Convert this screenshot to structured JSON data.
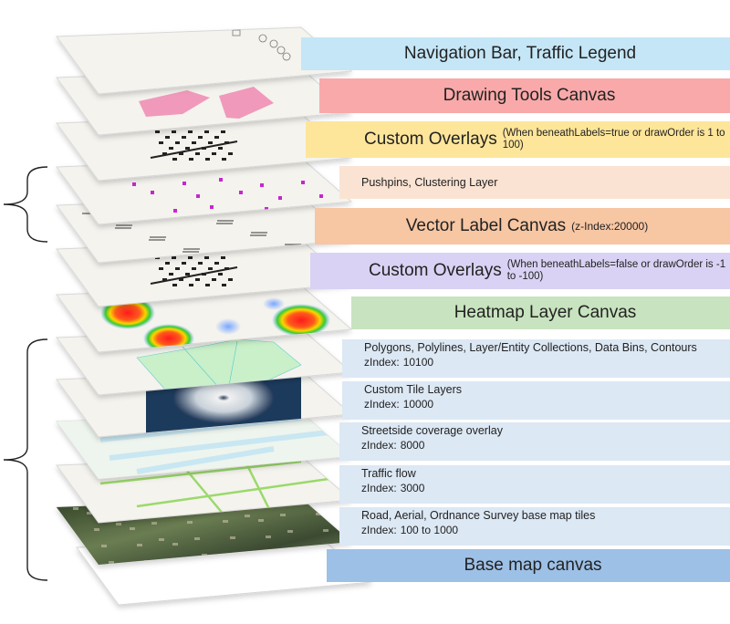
{
  "layers": [
    {
      "id": "nav",
      "title": "Navigation Bar, Traffic Legend",
      "color": "#c5e6f6",
      "size": "big"
    },
    {
      "id": "drawing",
      "title": "Drawing Tools Canvas",
      "color": "#f9a9a9",
      "size": "big"
    },
    {
      "id": "custom-top",
      "title": "Custom Overlays",
      "note": "(When beneathLabels=true or drawOrder is 1 to 100)",
      "color": "#fde59a",
      "size": "big"
    },
    {
      "id": "pushpins",
      "title": "Pushpins, Clustering Layer",
      "color": "#fbe3d3",
      "size": "small"
    },
    {
      "id": "vector",
      "title": "Vector Label Canvas",
      "zindex": "(z-Index:20000)",
      "color": "#f7c6a3",
      "size": "big"
    },
    {
      "id": "custom-bottom",
      "title": "Custom Overlays",
      "note": "(When beneathLabels=false or drawOrder is -1 to -100)",
      "color": "#d9d2f4",
      "size": "big"
    },
    {
      "id": "heatmap",
      "title": "Heatmap Layer Canvas",
      "color": "#c8e3bf",
      "size": "big"
    },
    {
      "id": "polygons",
      "title": "Polygons, Polylines, Layer/Entity Collections, Data Bins, Contours",
      "z_label": "zIndex:",
      "z_value": "10100",
      "color": "#dce8f4",
      "size": "small"
    },
    {
      "id": "tiles",
      "title": "Custom Tile Layers",
      "z_label": "zIndex:",
      "z_value": "10000",
      "color": "#dce8f4",
      "size": "small"
    },
    {
      "id": "streetside",
      "title": "Streetside coverage overlay",
      "z_label": "zIndex:",
      "z_value": "8000",
      "color": "#dce8f4",
      "size": "small"
    },
    {
      "id": "traffic",
      "title": "Traffic flow",
      "z_label": "zIndex:",
      "z_value": "3000",
      "color": "#dce8f4",
      "size": "small"
    },
    {
      "id": "basetiles",
      "title": "Road, Aerial, Ordnance Survey base map tiles",
      "z_label": "zIndex:",
      "z_value": "100 to 1000",
      "color": "#dce8f4",
      "size": "small"
    },
    {
      "id": "basecanvas",
      "title": "Base map canvas",
      "color": "#9dc0e6",
      "size": "big"
    }
  ],
  "colors": {
    "sheet": "#f4f3ee",
    "sheet_edge": "#d8d8d8",
    "shadow": "#c9c9c9",
    "pink_shape": "#ef8fb5",
    "pushpin": "#c628d0",
    "vector_text": "#555555",
    "heat_red": "#ff1a1a",
    "heat_yellow": "#ffd400",
    "heat_green": "#33cc33",
    "heat_blue": "#7aa7ff",
    "land_green": "#c9f0c9",
    "aerial_dark": "#3a4a2c",
    "aerial_light": "#7b8d63",
    "traffic_green": "#9bd96a",
    "streetside_blue": "#bfe4f2",
    "hurricane_white": "#eeeeee",
    "brace": "#222222"
  },
  "icons": [
    "navigation-controls-icon",
    "traffic-legend-icon",
    "pushpin-icon"
  ]
}
